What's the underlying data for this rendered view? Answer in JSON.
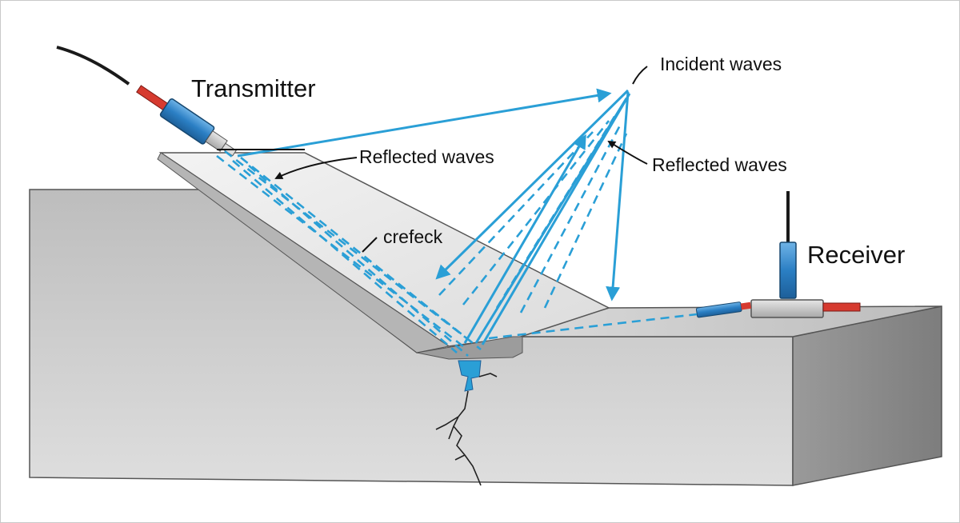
{
  "labels": {
    "transmitter": "Transmitter",
    "receiver": "Receiver",
    "incident_waves": "Incident waves",
    "reflected_waves_left": "Reflected waves",
    "reflected_waves_right": "Reflected waves",
    "crack": "crefeck"
  },
  "colors": {
    "wave": "#2a9fd6",
    "probe_body": "#2b7fc4",
    "probe_tip": "#d63a2f",
    "material_light": "#c9c9c9",
    "material_dark": "#8e8e8e",
    "outline": "#4a4a4a",
    "plate": "#ececec"
  }
}
